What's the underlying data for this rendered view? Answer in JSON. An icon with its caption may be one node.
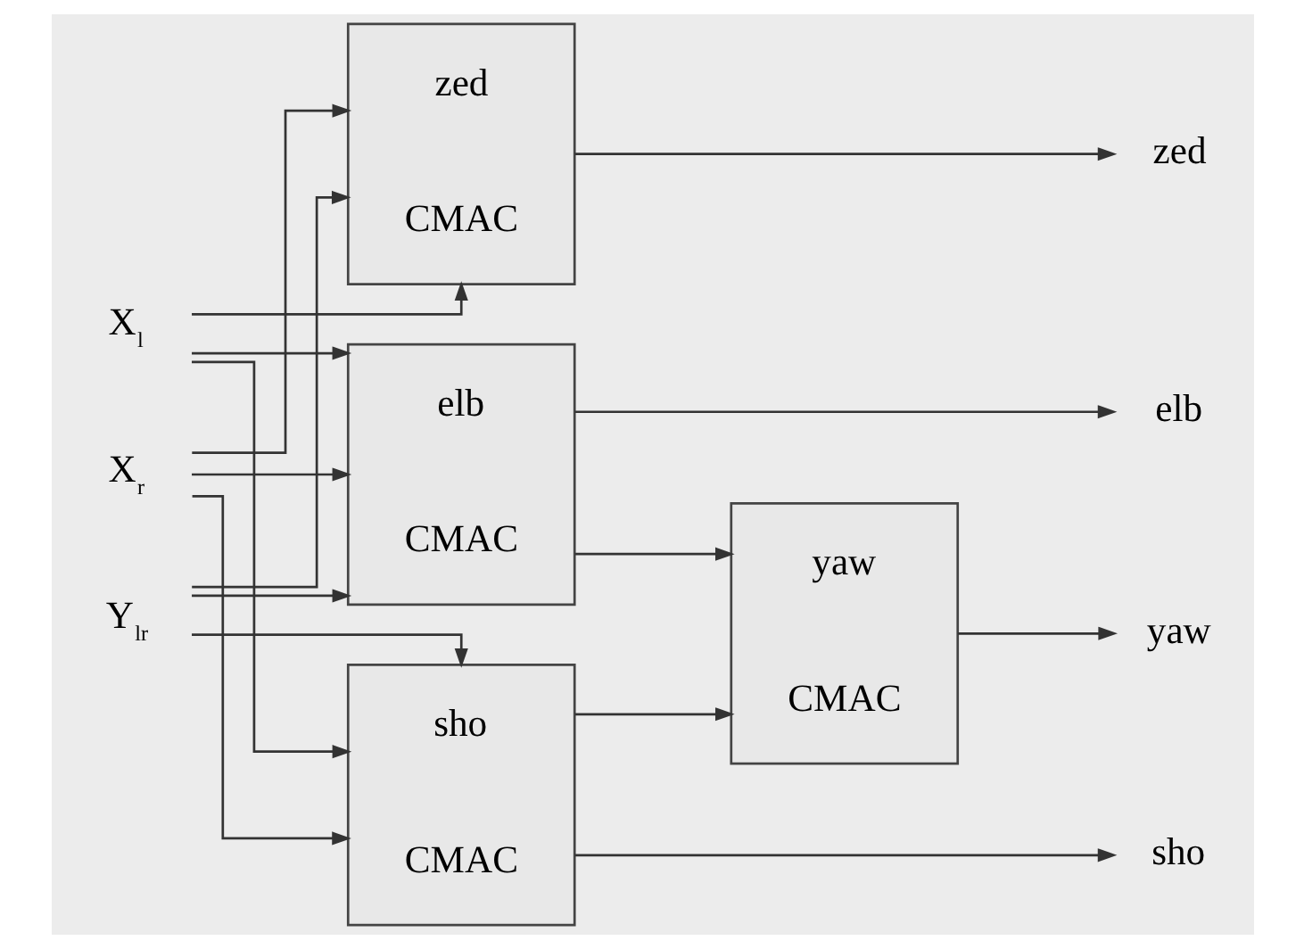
{
  "diagram": {
    "nodes": [
      {
        "text": [
          "X$_{l}$"
        ]
      },
      {
        "text": [
          "X$_{r}$"
        ]
      },
      {
        "text": [
          "Y$_{lr}$"
        ]
      },
      {
        "text": [
          "zed",
          "CMAC"
        ]
      },
      {
        "text": [
          "sho",
          "CMAC"
        ]
      },
      {
        "text": [
          "elb",
          "CMAC"
        ]
      },
      {
        "text": [
          "yaw",
          "CMAC"
        ]
      },
      {
        "text": [
          "zed"
        ]
      },
      {
        "text": [
          "sho"
        ]
      },
      {
        "text": [
          "elb"
        ]
      },
      {
        "text": [
          "yaw"
        ]
      }
    ],
    "edges": [
      {
        "from": 0,
        "to": 3,
        "arrow": "to"
      },
      {
        "from": 0,
        "to": 4,
        "arrow": "to"
      },
      {
        "from": 0,
        "to": 5,
        "arrow": "to"
      },
      {
        "from": 1,
        "to": 3,
        "arrow": "to"
      },
      {
        "from": 1,
        "to": 4,
        "arrow": "to"
      },
      {
        "from": 1,
        "to": 5,
        "arrow": "to"
      },
      {
        "from": 2,
        "to": 3,
        "arrow": "to"
      },
      {
        "from": 2,
        "to": 4,
        "arrow": "to"
      },
      {
        "from": 2,
        "to": 5,
        "arrow": "to"
      },
      {
        "from": 3,
        "to": 7,
        "arrow": "to"
      },
      {
        "from": 4,
        "to": 8,
        "arrow": "to"
      },
      {
        "from": 4,
        "to": 6,
        "arrow": "to"
      },
      {
        "from": 5,
        "to": 9,
        "arrow": "to"
      },
      {
        "from": 5,
        "to": 6,
        "arrow": "to"
      },
      {
        "from": 6,
        "to": 10,
        "arrow": "to"
      }
    ]
  }
}
